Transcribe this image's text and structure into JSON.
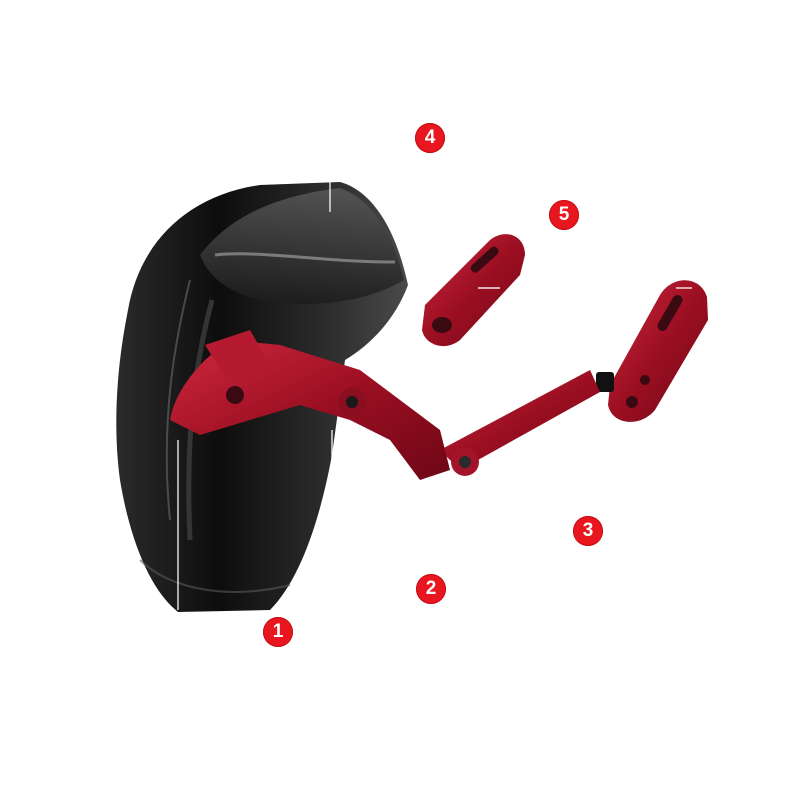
{
  "colors": {
    "callout": "#e8161f",
    "fender": "#1a1a1a",
    "bracket": "#a8132b"
  },
  "callouts": [
    {
      "id": "1",
      "label": "1"
    },
    {
      "id": "2",
      "label": "2"
    },
    {
      "id": "3",
      "label": "3"
    },
    {
      "id": "4",
      "label": "4"
    },
    {
      "id": "5",
      "label": "5"
    }
  ],
  "parts": [
    {
      "id": "fender",
      "icon": "mudguard-icon"
    },
    {
      "id": "main-bracket",
      "icon": "bracket-icon"
    },
    {
      "id": "swing-arm",
      "icon": "arm-icon"
    },
    {
      "id": "end-plate",
      "icon": "plate-icon"
    },
    {
      "id": "spacer-plate",
      "icon": "plate-icon"
    }
  ]
}
